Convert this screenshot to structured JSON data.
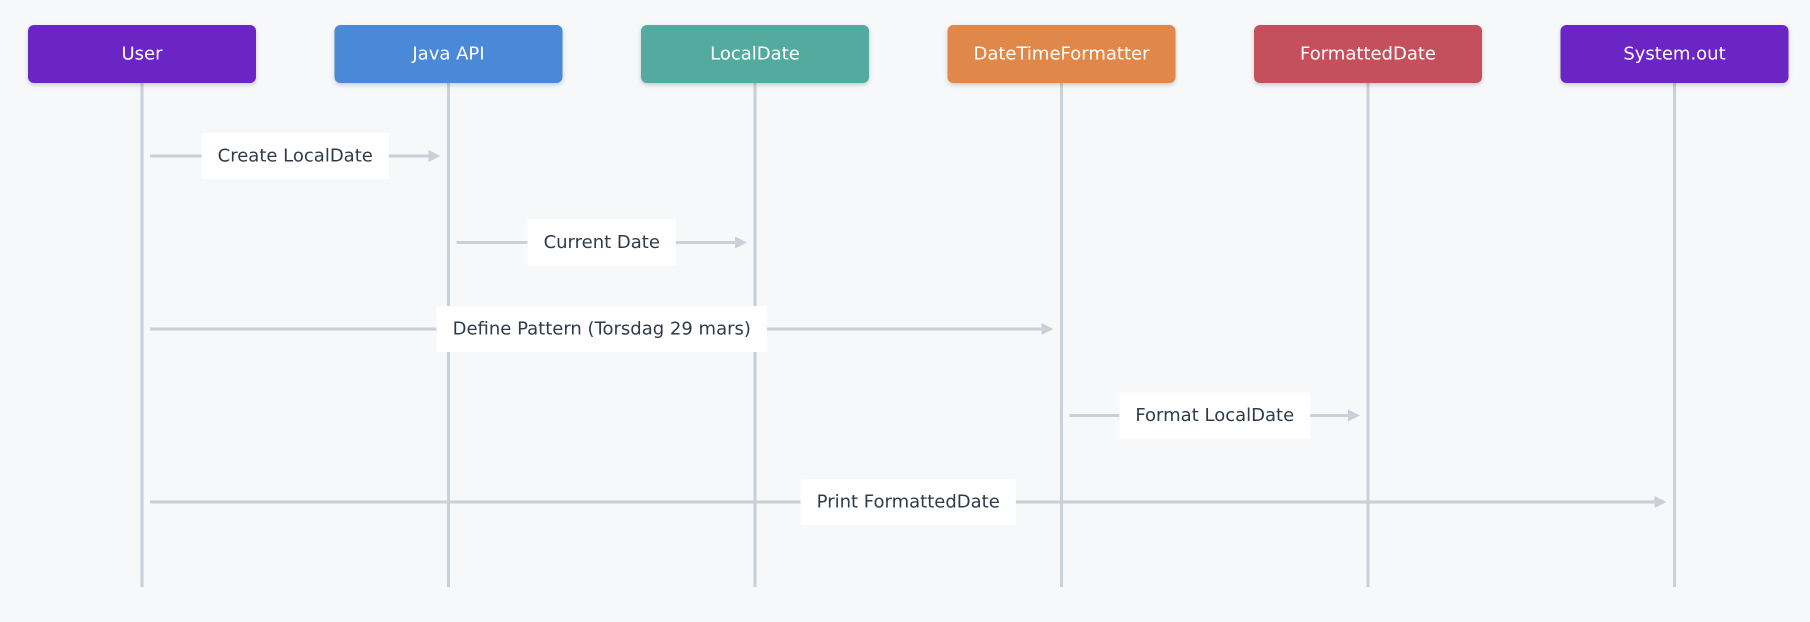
{
  "participants": [
    {
      "id": "user",
      "label": "User",
      "color": "#6a25c4"
    },
    {
      "id": "java-api",
      "label": "Java API",
      "color": "#4a88d8"
    },
    {
      "id": "localdate",
      "label": "LocalDate",
      "color": "#52ab9e"
    },
    {
      "id": "datetimeformatter",
      "label": "DateTimeFormatter",
      "color": "#df8849"
    },
    {
      "id": "formatteddate",
      "label": "FormattedDate",
      "color": "#c5505d"
    },
    {
      "id": "system-out",
      "label": "System.out",
      "color": "#6a25c4"
    }
  ],
  "messages": [
    {
      "from": 0,
      "to": 1,
      "label": "Create LocalDate"
    },
    {
      "from": 1,
      "to": 2,
      "label": "Current Date"
    },
    {
      "from": 0,
      "to": 3,
      "label": "Define Pattern (Torsdag 29 mars)"
    },
    {
      "from": 3,
      "to": 4,
      "label": "Format LocalDate"
    },
    {
      "from": 0,
      "to": 5,
      "label": "Print FormattedDate"
    }
  ],
  "colors": {
    "line": "#c9d0d8",
    "background": "#f7f8fa",
    "label_text": "#2f3b4a"
  }
}
